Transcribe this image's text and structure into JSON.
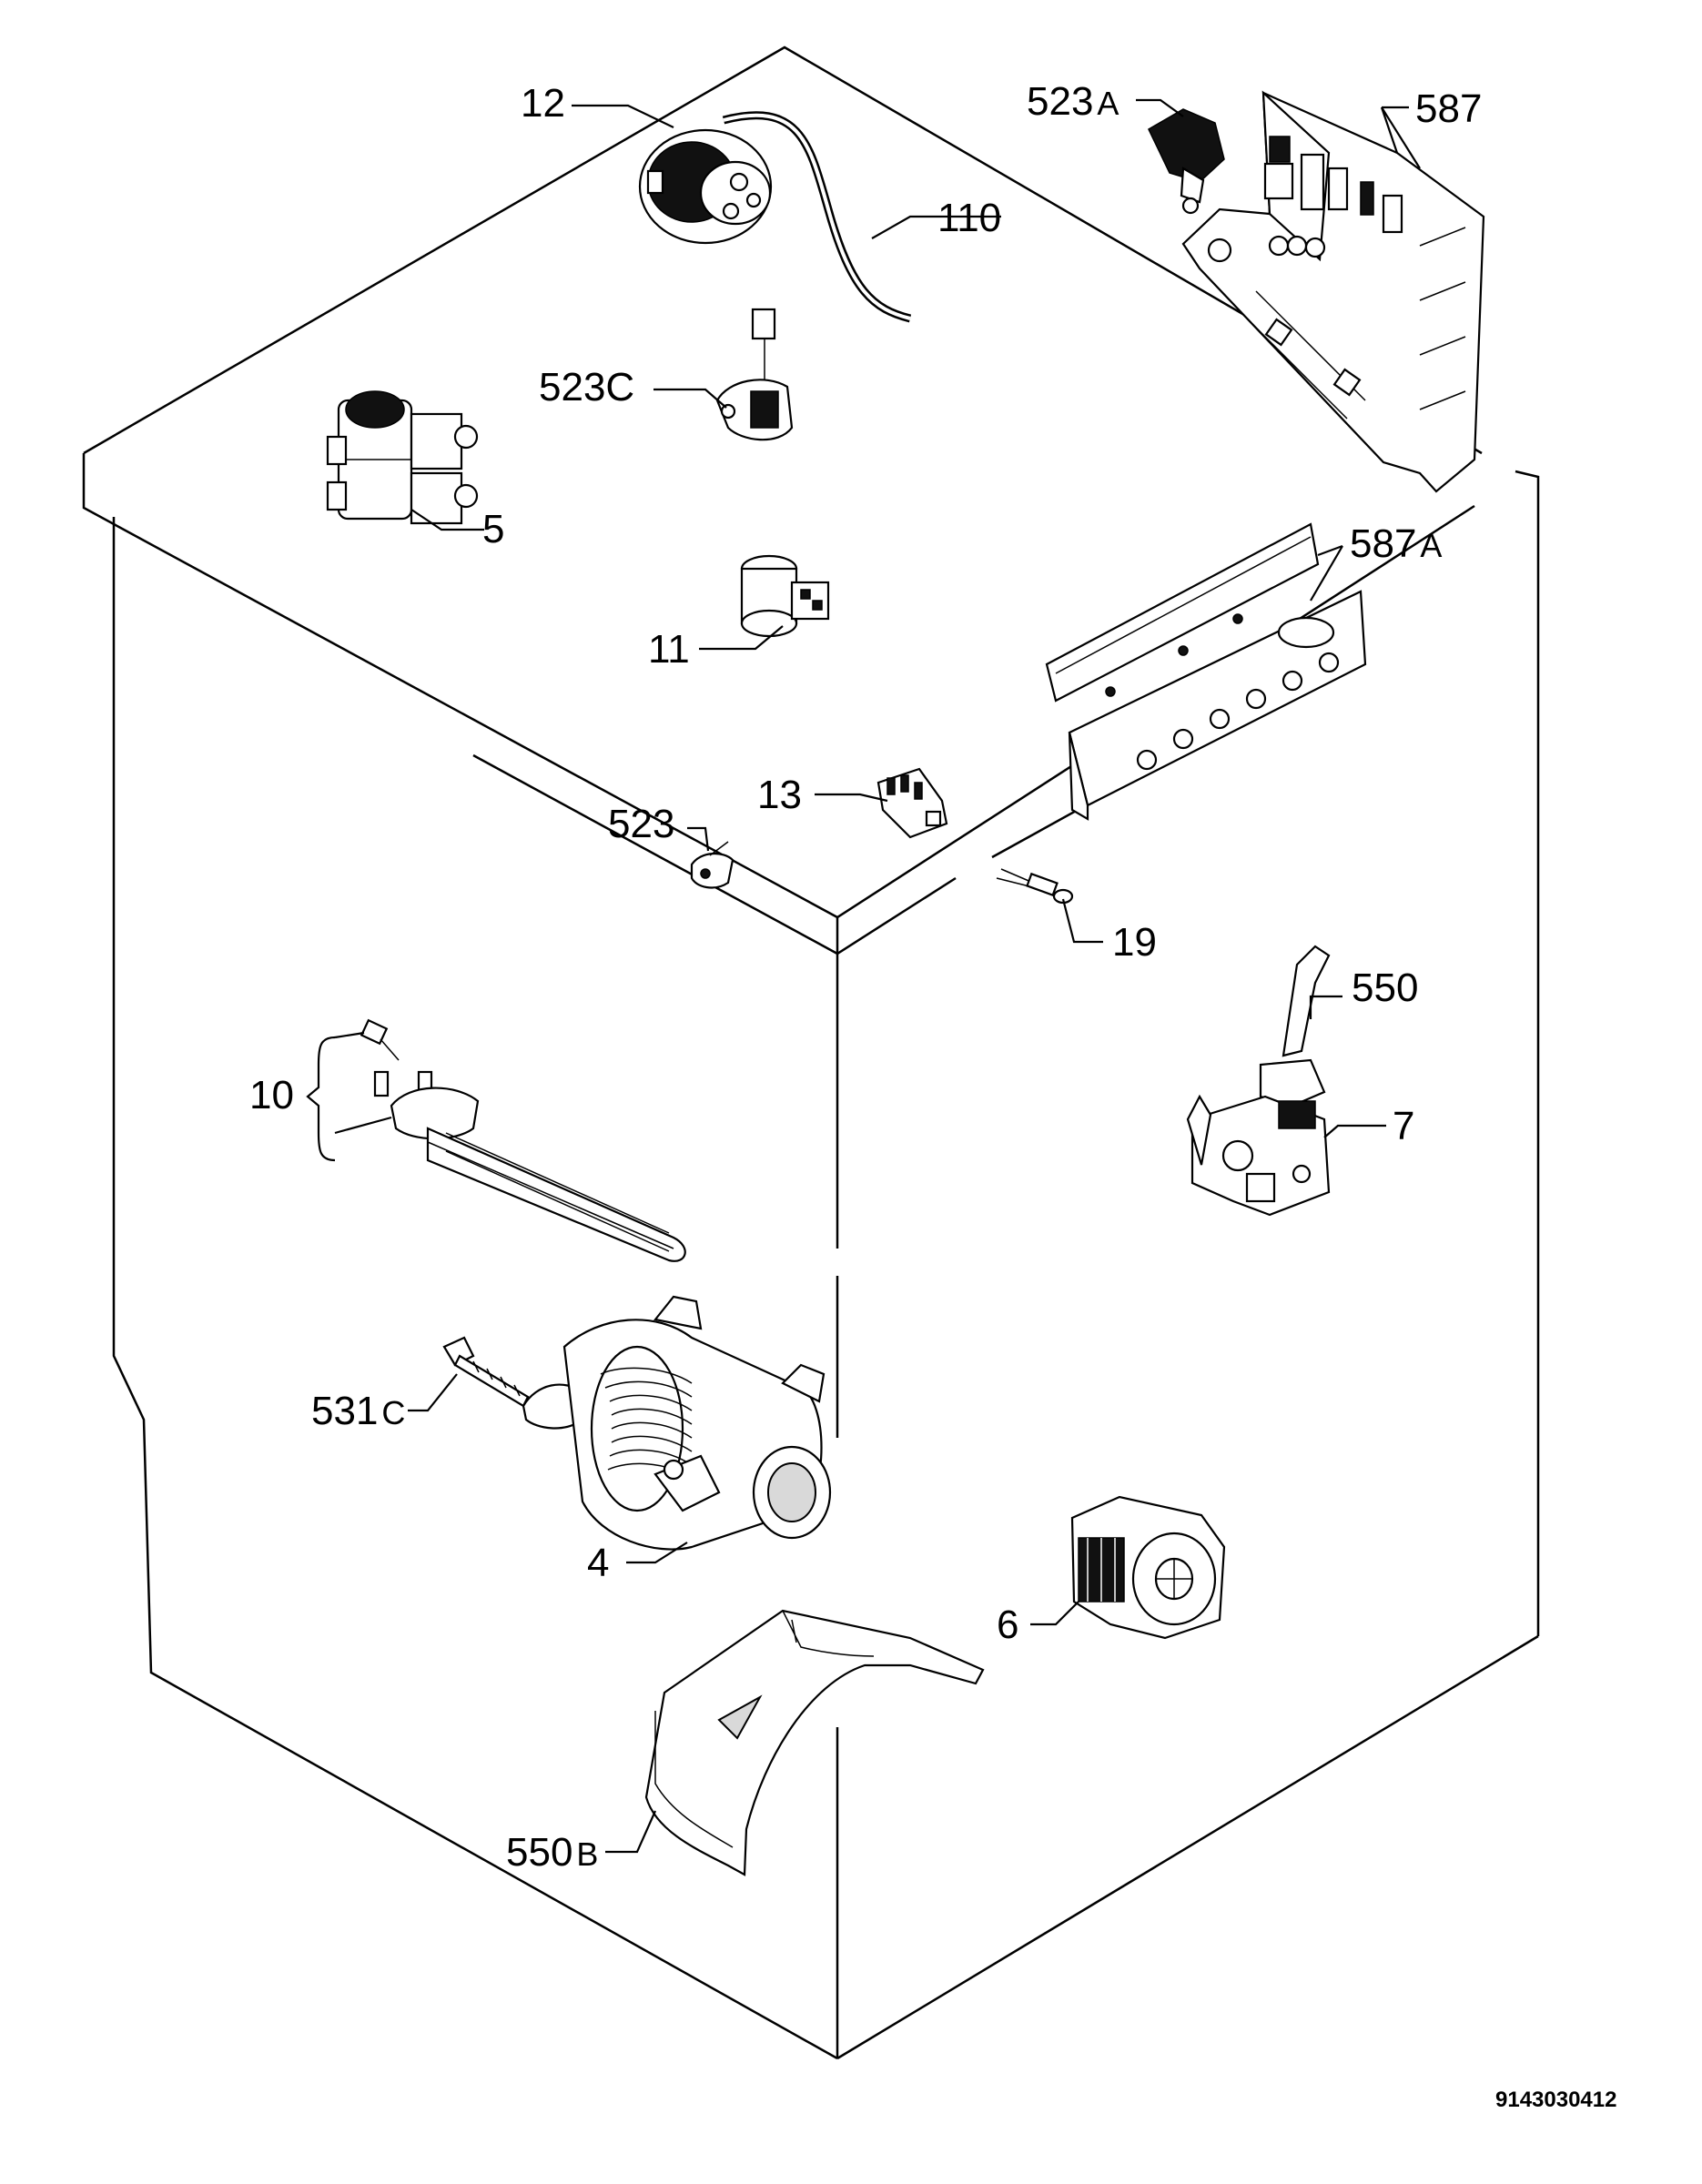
{
  "diagram": {
    "callouts": {
      "c12": "12",
      "c110": "110",
      "c523a_num": "523",
      "c523a_suffix": "A",
      "c587": "587",
      "c523c": "523C",
      "c5": "5",
      "c11": "11",
      "c587a_num": "587",
      "c587a_suffix": "A",
      "c13": "13",
      "c523": "523",
      "c19": "19",
      "c550": "550",
      "c10": "10",
      "c7": "7",
      "c531c_num": "531",
      "c531c_suffix": "C",
      "c4": "4",
      "c6": "6",
      "c550b_num": "550",
      "c550b_suffix": "B"
    },
    "document_number": "9143030412"
  }
}
